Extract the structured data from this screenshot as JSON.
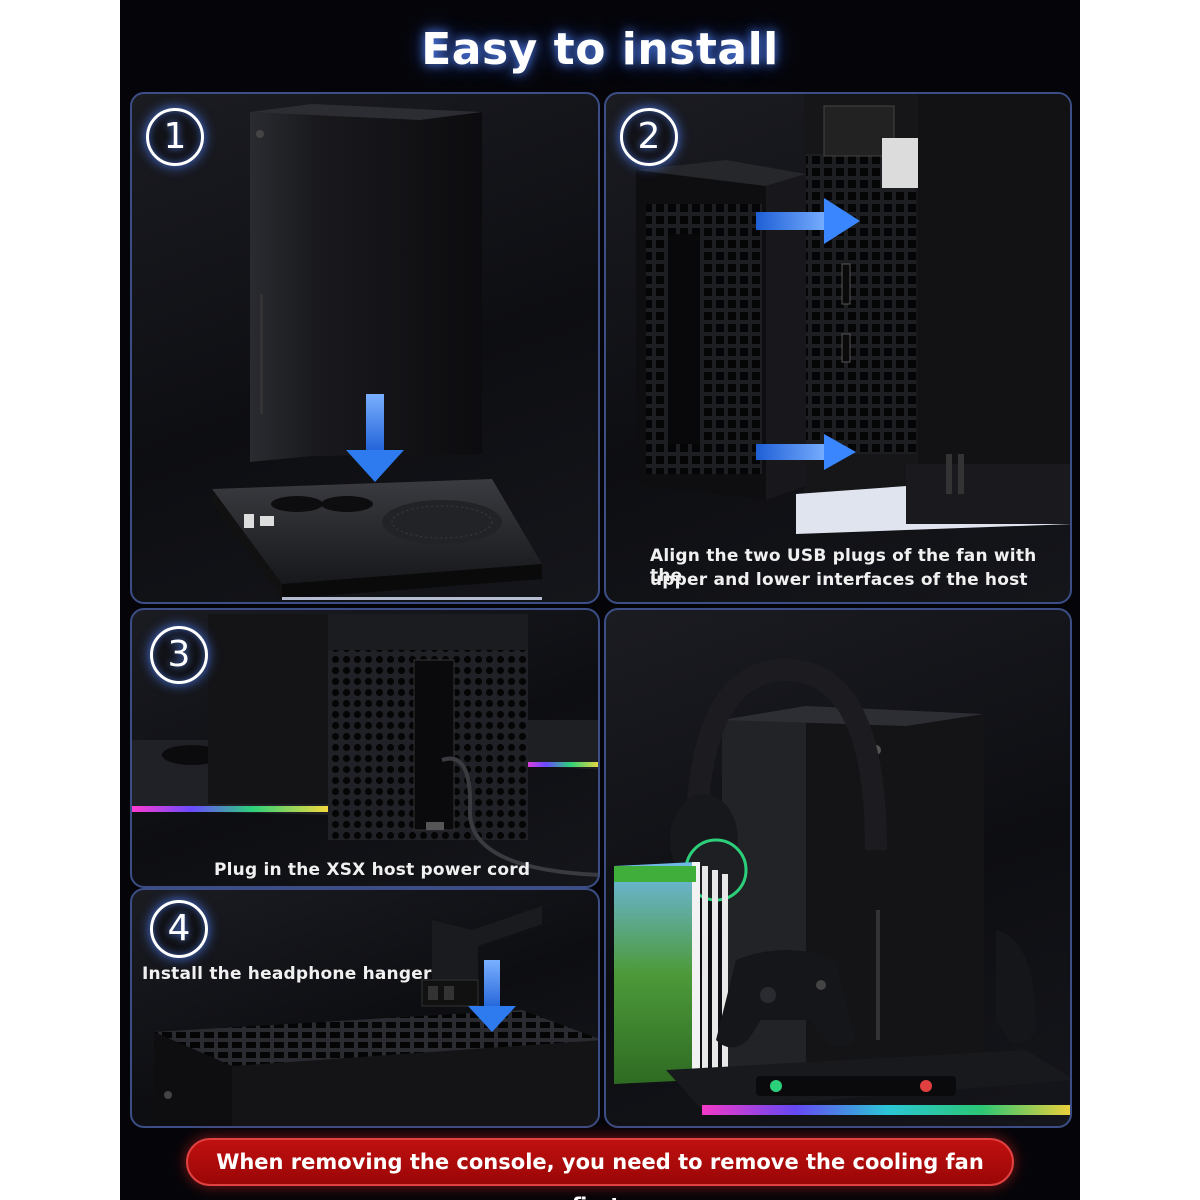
{
  "title": "Easy to install",
  "steps": [
    {
      "number": "1",
      "caption": ""
    },
    {
      "number": "2",
      "caption_line1": "Align the two USB plugs of the fan with the",
      "caption_line2": "upper and lower interfaces of the host"
    },
    {
      "number": "3",
      "caption": "Plug in the XSX host power cord"
    },
    {
      "number": "4",
      "caption": "Install the headphone hanger"
    }
  ],
  "warning": "When removing the console, you need to remove the cooling fan first.",
  "colors": {
    "background": "#050509",
    "panel_border": "#3b4e86",
    "arrow_blue": "#2e7bf0",
    "warning_red": "#b00c0c",
    "title_glow": "#5a8cff"
  }
}
